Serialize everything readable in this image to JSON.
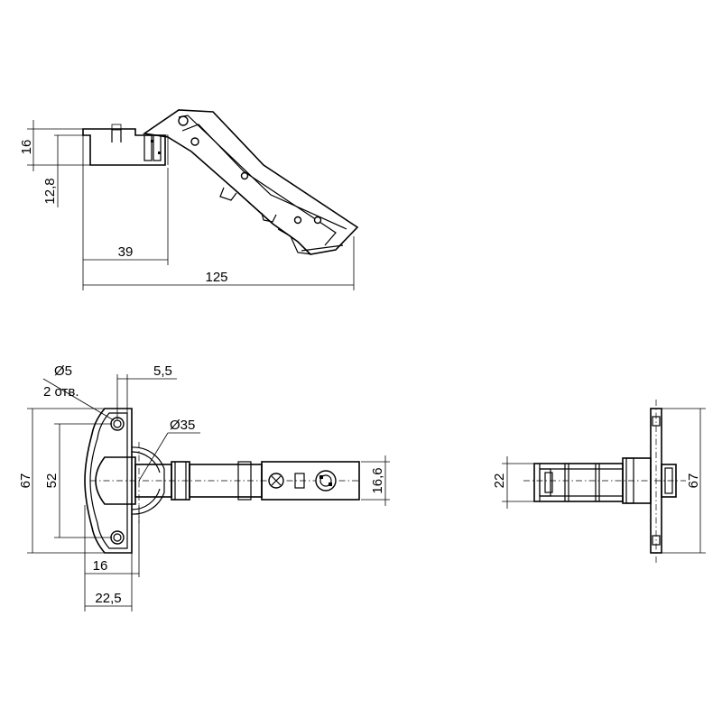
{
  "dimensions": {
    "side_height_top": "16",
    "side_height_mid": "12,8",
    "side_cup_offset": "39",
    "side_total_length": "125",
    "hole_diameter": "Ø5",
    "hole_count": "2 отв.",
    "hole_offset": "5,5",
    "cup_diameter": "Ø35",
    "plate_height": "67",
    "hole_spacing": "52",
    "arm_width": "16,6",
    "cup_center_offset": "16",
    "plate_depth": "22,5",
    "end_arm_width": "22",
    "end_plate_height": "67"
  }
}
